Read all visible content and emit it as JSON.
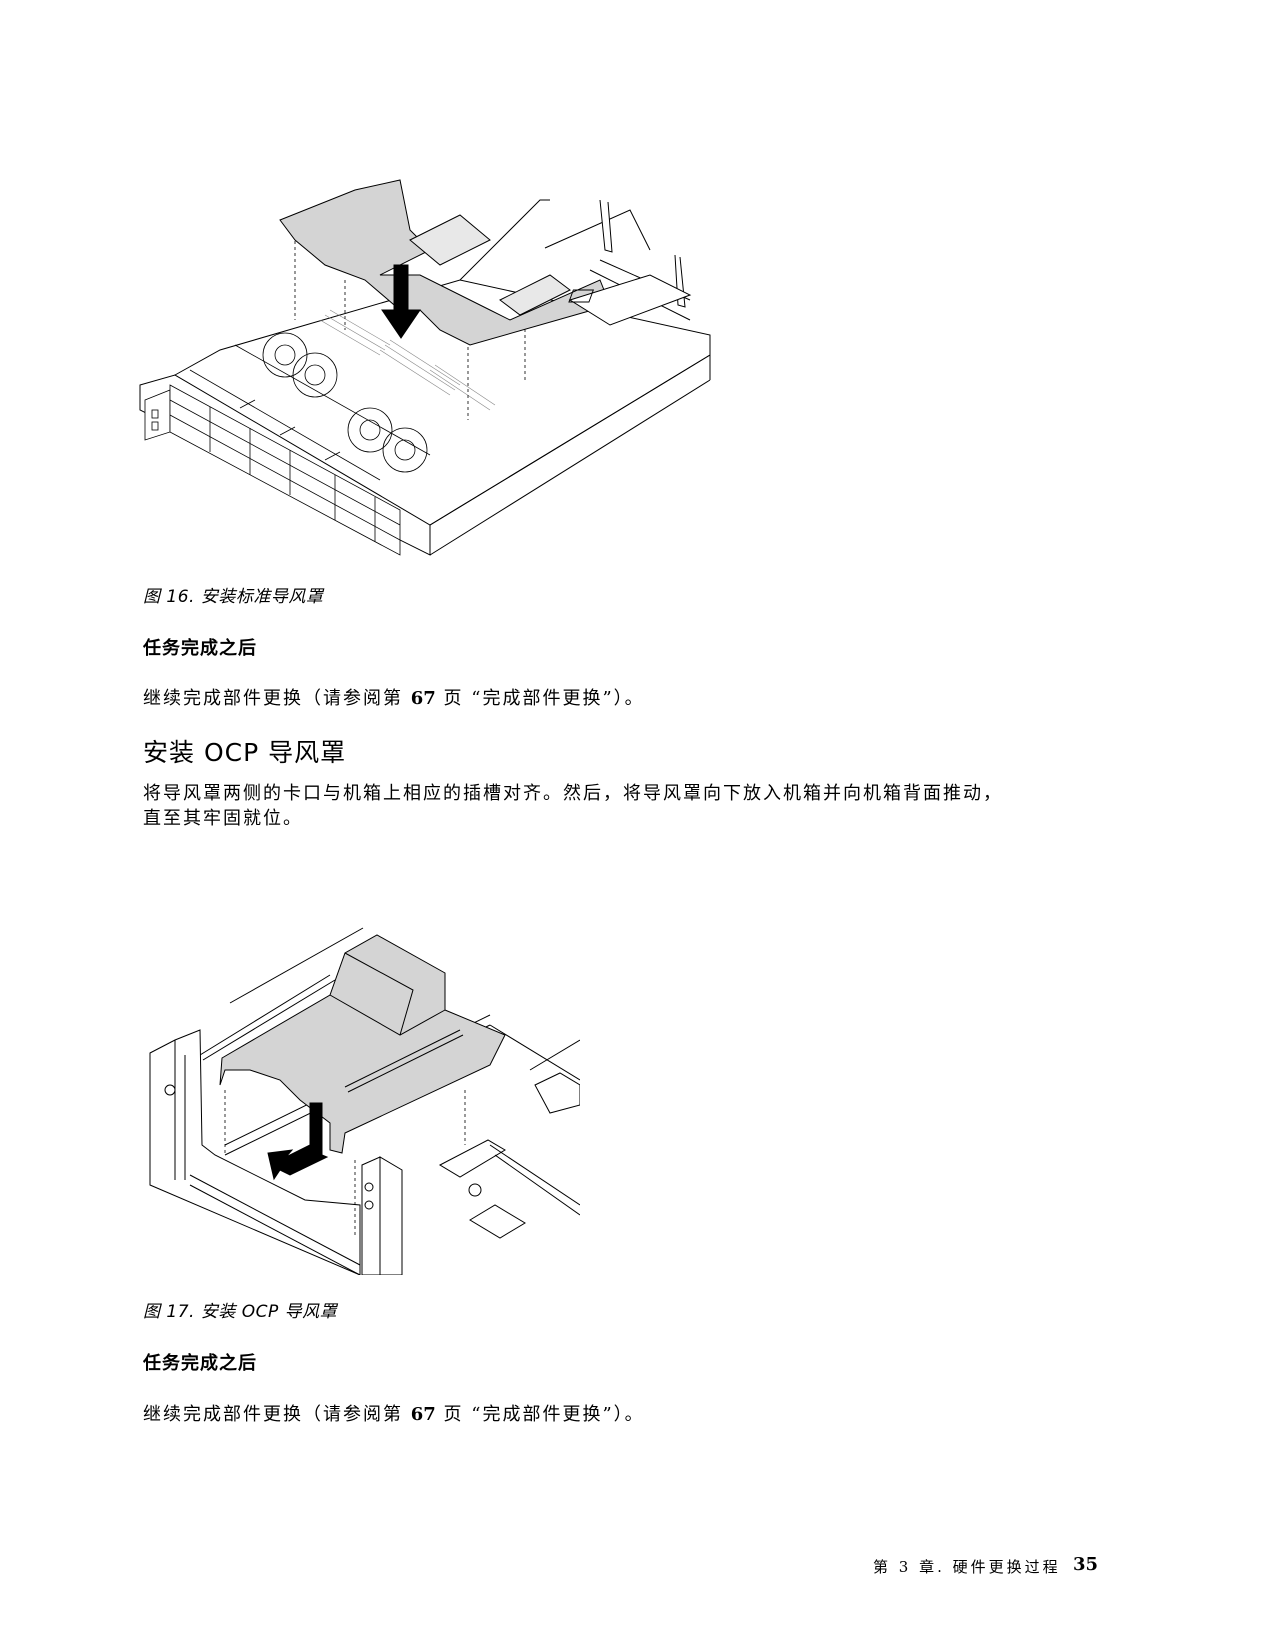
{
  "figures": [
    {
      "number": "图 16.",
      "caption": "安装标准导风罩",
      "illustration": "server-chassis-standard-air-baffle-install"
    },
    {
      "number": "图 17.",
      "caption": "安装 OCP 导风罩",
      "illustration": "ocp-air-baffle-install"
    }
  ],
  "section1": {
    "subheading": "任务完成之后",
    "text_before": "继续完成部件更换（请参阅第 ",
    "page_ref": "67",
    "text_after": " 页 “完成部件更换”）。"
  },
  "section2": {
    "heading": "安装 OCP 导风罩",
    "body_line1": "将导风罩两侧的卡口与机箱上相应的插槽对齐。然后，将导风罩向下放入机箱并向机箱背面推动，",
    "body_line2": "直至其牢固就位。",
    "subheading": "任务完成之后",
    "text_before": "继续完成部件更换（请参阅第 ",
    "page_ref": "67",
    "text_after": " 页 “完成部件更换”）。"
  },
  "footer": {
    "chapter": "第 3 章. 硬件更换过程",
    "page_number": "35"
  },
  "colors": {
    "baffle_fill": "#d4d4d4",
    "line": "#000000",
    "text": "#000000"
  }
}
